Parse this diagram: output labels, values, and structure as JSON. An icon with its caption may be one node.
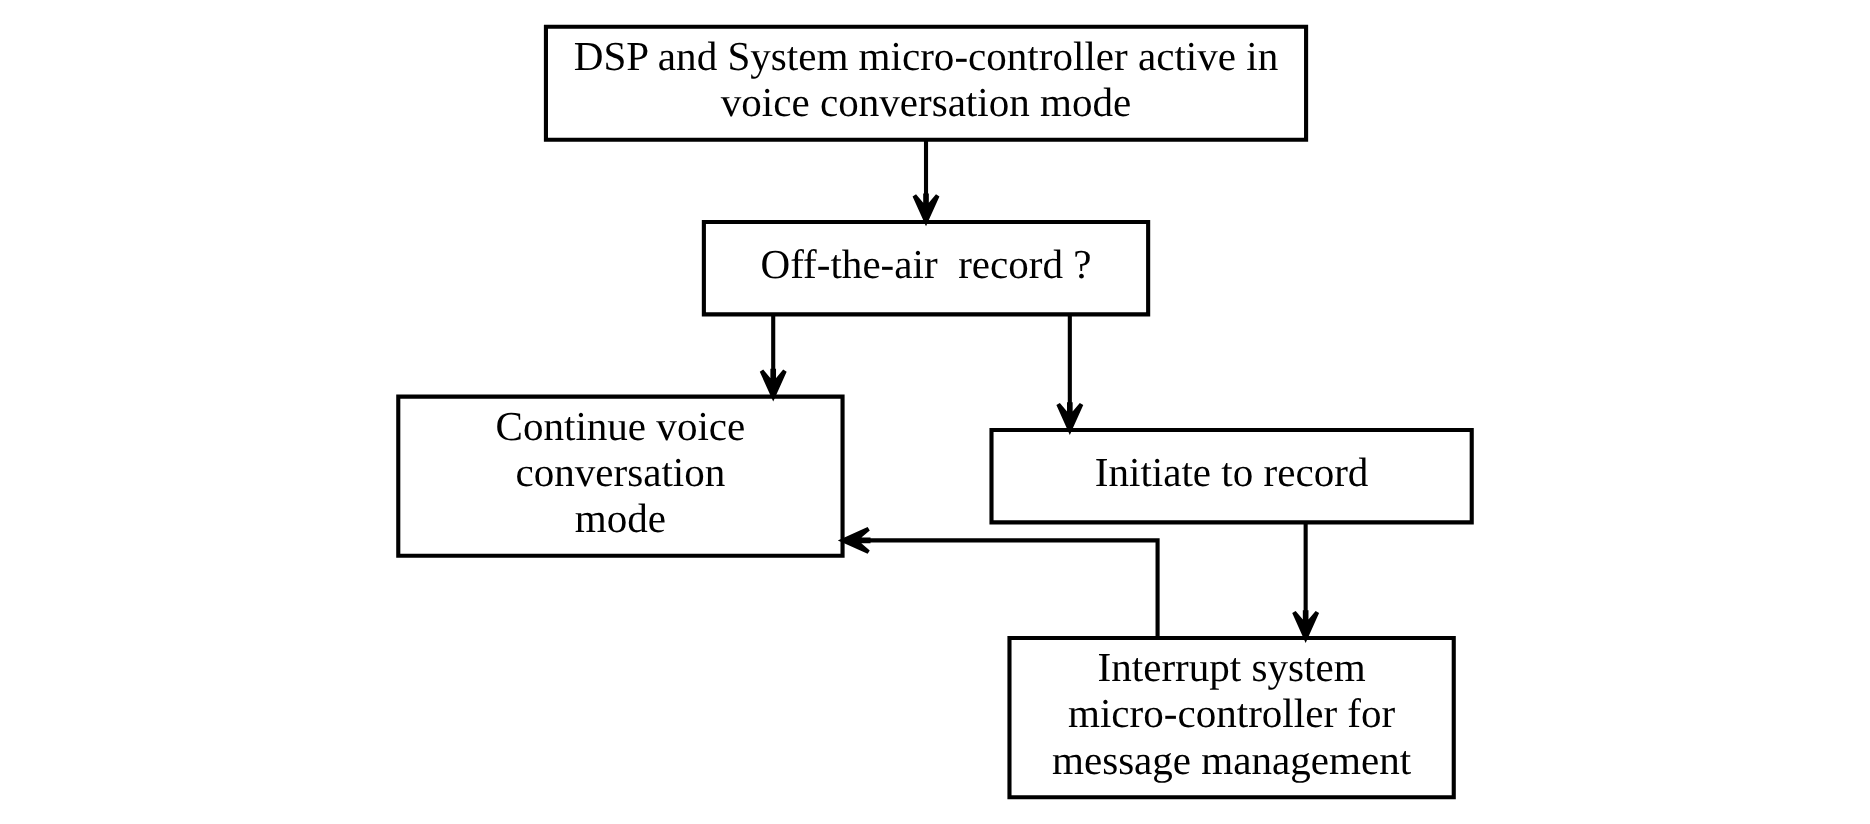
{
  "diagram": {
    "nodes": [
      {
        "text": [
          "DSP and System micro-controller active in voice conversation mode"
        ]
      },
      {
        "text": [
          "Off-the-air  record ?"
        ]
      },
      {
        "text": [
          "Continue voice conversation mode"
        ]
      },
      {
        "text": [
          "Initiate to record"
        ]
      },
      {
        "text": [
          "Interrupt system micro-controller for message management"
        ]
      }
    ],
    "edges": [
      {
        "from": 0,
        "to": 1,
        "arrow": "to"
      },
      {
        "from": 1,
        "to": 2,
        "arrow": "to"
      },
      {
        "from": 1,
        "to": 3,
        "arrow": "to"
      },
      {
        "from": 3,
        "to": 4,
        "arrow": "to"
      },
      {
        "from": 4,
        "to": 2,
        "arrow": "to"
      }
    ]
  }
}
